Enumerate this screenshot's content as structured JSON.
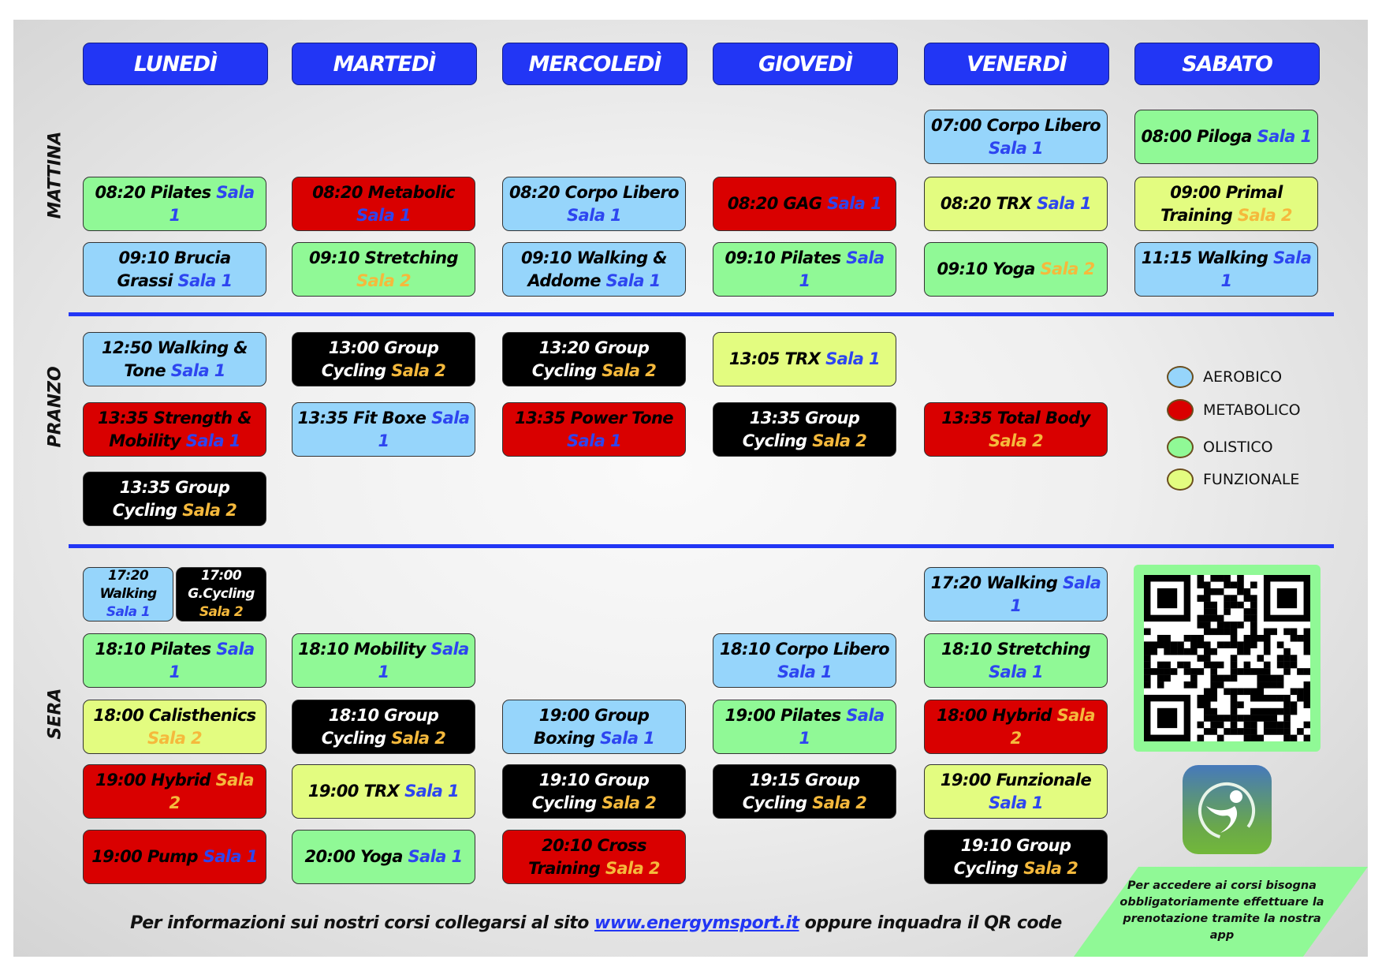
{
  "days": [
    "LUNEDÌ",
    "MARTEDÌ",
    "MERCOLEDÌ",
    "GIOVEDÌ",
    "VENERDÌ",
    "SABATO"
  ],
  "sections": [
    {
      "label": "MATTINA",
      "rows": [
        [
          null,
          null,
          null,
          null,
          {
            "text": "07:00 Corpo Libero",
            "sala": "Sala 1",
            "type": "aerobico"
          },
          {
            "text": "08:00 Piloga",
            "sala": "Sala 1",
            "type": "olistico"
          }
        ],
        [
          {
            "text": "08:20 Pilates",
            "sala": "Sala 1",
            "type": "olistico"
          },
          {
            "text": "08:20 Metabolic",
            "sala": "Sala 1",
            "type": "metabolico"
          },
          {
            "text": "08:20 Corpo Libero",
            "sala": "Sala 1",
            "type": "aerobico"
          },
          {
            "text": "08:20 GAG",
            "sala": "Sala 1",
            "type": "metabolico"
          },
          {
            "text": "08:20 TRX",
            "sala": "Sala 1",
            "type": "funzionale"
          },
          {
            "text": "09:00 Primal Training",
            "sala": "Sala 2",
            "type": "funzionale"
          }
        ],
        [
          {
            "text": "09:10 Brucia Grassi",
            "sala": "Sala 1",
            "type": "aerobico"
          },
          {
            "text": "09:10 Stretching",
            "sala": "Sala 2",
            "type": "olistico"
          },
          {
            "text": "09:10 Walking & Addome",
            "sala": "Sala 1",
            "type": "aerobico"
          },
          {
            "text": "09:10 Pilates",
            "sala": "Sala 1",
            "type": "olistico"
          },
          {
            "text": "09:10 Yoga",
            "sala": "Sala 2",
            "type": "olistico"
          },
          {
            "text": "11:15 Walking",
            "sala": "Sala 1",
            "type": "aerobico"
          }
        ]
      ]
    },
    {
      "label": "PRANZO",
      "rows": [
        [
          {
            "text": "12:50 Walking & Tone",
            "sala": "Sala 1",
            "type": "aerobico"
          },
          {
            "text": "13:00 Group Cycling",
            "sala": "Sala 2",
            "type": "cycling"
          },
          {
            "text": "13:20 Group Cycling",
            "sala": "Sala 2",
            "type": "cycling"
          },
          {
            "text": "13:05 TRX",
            "sala": "Sala 1",
            "type": "funzionale"
          },
          null,
          null
        ],
        [
          {
            "text": "13:35 Strength & Mobility",
            "sala": "Sala 1",
            "type": "metabolico"
          },
          {
            "text": "13:35 Fit Boxe",
            "sala": "Sala 1",
            "type": "aerobico"
          },
          {
            "text": "13:35 Power Tone",
            "sala": "Sala 1",
            "type": "metabolico"
          },
          {
            "text": "13:35 Group Cycling",
            "sala": "Sala 2",
            "type": "cycling"
          },
          {
            "text": "13:35 Total Body",
            "sala": "Sala 2",
            "type": "metabolico"
          },
          null
        ],
        [
          {
            "text": "13:35 Group Cycling",
            "sala": "Sala 2",
            "type": "cycling"
          },
          null,
          null,
          null,
          null,
          null
        ]
      ]
    },
    {
      "label": "SERA",
      "rows": [
        [
          {
            "split": [
              {
                "text": "17:20 Walking",
                "sala": "Sala 1",
                "type": "aerobico"
              },
              {
                "text": "17:00 G.Cycling",
                "sala": "Sala 2",
                "type": "cycling"
              }
            ]
          },
          null,
          null,
          null,
          {
            "text": "17:20 Walking",
            "sala": "Sala 1",
            "type": "aerobico"
          },
          null
        ],
        [
          {
            "text": "18:10 Pilates",
            "sala": "Sala 1",
            "type": "olistico"
          },
          {
            "text": "18:10 Mobility",
            "sala": "Sala 1",
            "type": "olistico"
          },
          null,
          {
            "text": "18:10 Corpo Libero",
            "sala": "Sala 1",
            "type": "aerobico"
          },
          {
            "text": "18:10 Stretching",
            "sala": "Sala 1",
            "type": "olistico"
          },
          null
        ],
        [
          {
            "text": "18:00 Calisthenics",
            "sala": "Sala 2",
            "type": "funzionale"
          },
          {
            "text": "18:10 Group Cycling",
            "sala": "Sala 2",
            "type": "cycling"
          },
          {
            "text": "19:00 Group Boxing",
            "sala": "Sala 1",
            "type": "aerobico"
          },
          {
            "text": "19:00 Pilates",
            "sala": "Sala 1",
            "type": "olistico"
          },
          {
            "text": "18:00 Hybrid",
            "sala": "Sala 2",
            "type": "metabolico"
          },
          null
        ],
        [
          {
            "text": "19:00 Hybrid",
            "sala": "Sala 2",
            "type": "metabolico"
          },
          {
            "text": "19:00 TRX",
            "sala": "Sala 1",
            "type": "funzionale"
          },
          {
            "text": "19:10 Group Cycling",
            "sala": "Sala 2",
            "type": "cycling"
          },
          {
            "text": "19:15 Group Cycling",
            "sala": "Sala 2",
            "type": "cycling"
          },
          {
            "text": "19:00 Funzionale",
            "sala": "Sala 1",
            "type": "funzionale"
          },
          null
        ],
        [
          {
            "text": "19:00 Pump",
            "sala": "Sala 1",
            "type": "metabolico"
          },
          {
            "text": "20:00 Yoga",
            "sala": "Sala 1",
            "type": "olistico"
          },
          {
            "text": "20:10 Cross Training",
            "sala": "Sala 2",
            "type": "metabolico"
          },
          null,
          {
            "text": "19:10 Group Cycling",
            "sala": "Sala 2",
            "type": "cycling"
          },
          null
        ]
      ]
    }
  ],
  "legend": [
    {
      "label": "AEROBICO",
      "color": "#96d5fb"
    },
    {
      "label": "METABOLICO",
      "color": "#d90000"
    },
    {
      "label": "OLISTICO",
      "color": "#90f996"
    },
    {
      "label": "FUNZIONALE",
      "color": "#e3fc80"
    }
  ],
  "colors": {
    "header": "#2236f5",
    "sala1": "#2d45f0",
    "sala2": "#f5b93c",
    "cycling": "#000000"
  },
  "note": "Per accedere ai corsi bisogna obbligatoriamente effettuare la prenotazione tramite la nostra app",
  "footer": {
    "before": "Per informazioni sui nostri corsi collegarsi al sito ",
    "link": "www.energymsport.it",
    "after": " oppure inquadra il QR code"
  },
  "icons": {
    "qr": "qr-code-icon",
    "app": "app-logo-icon"
  }
}
